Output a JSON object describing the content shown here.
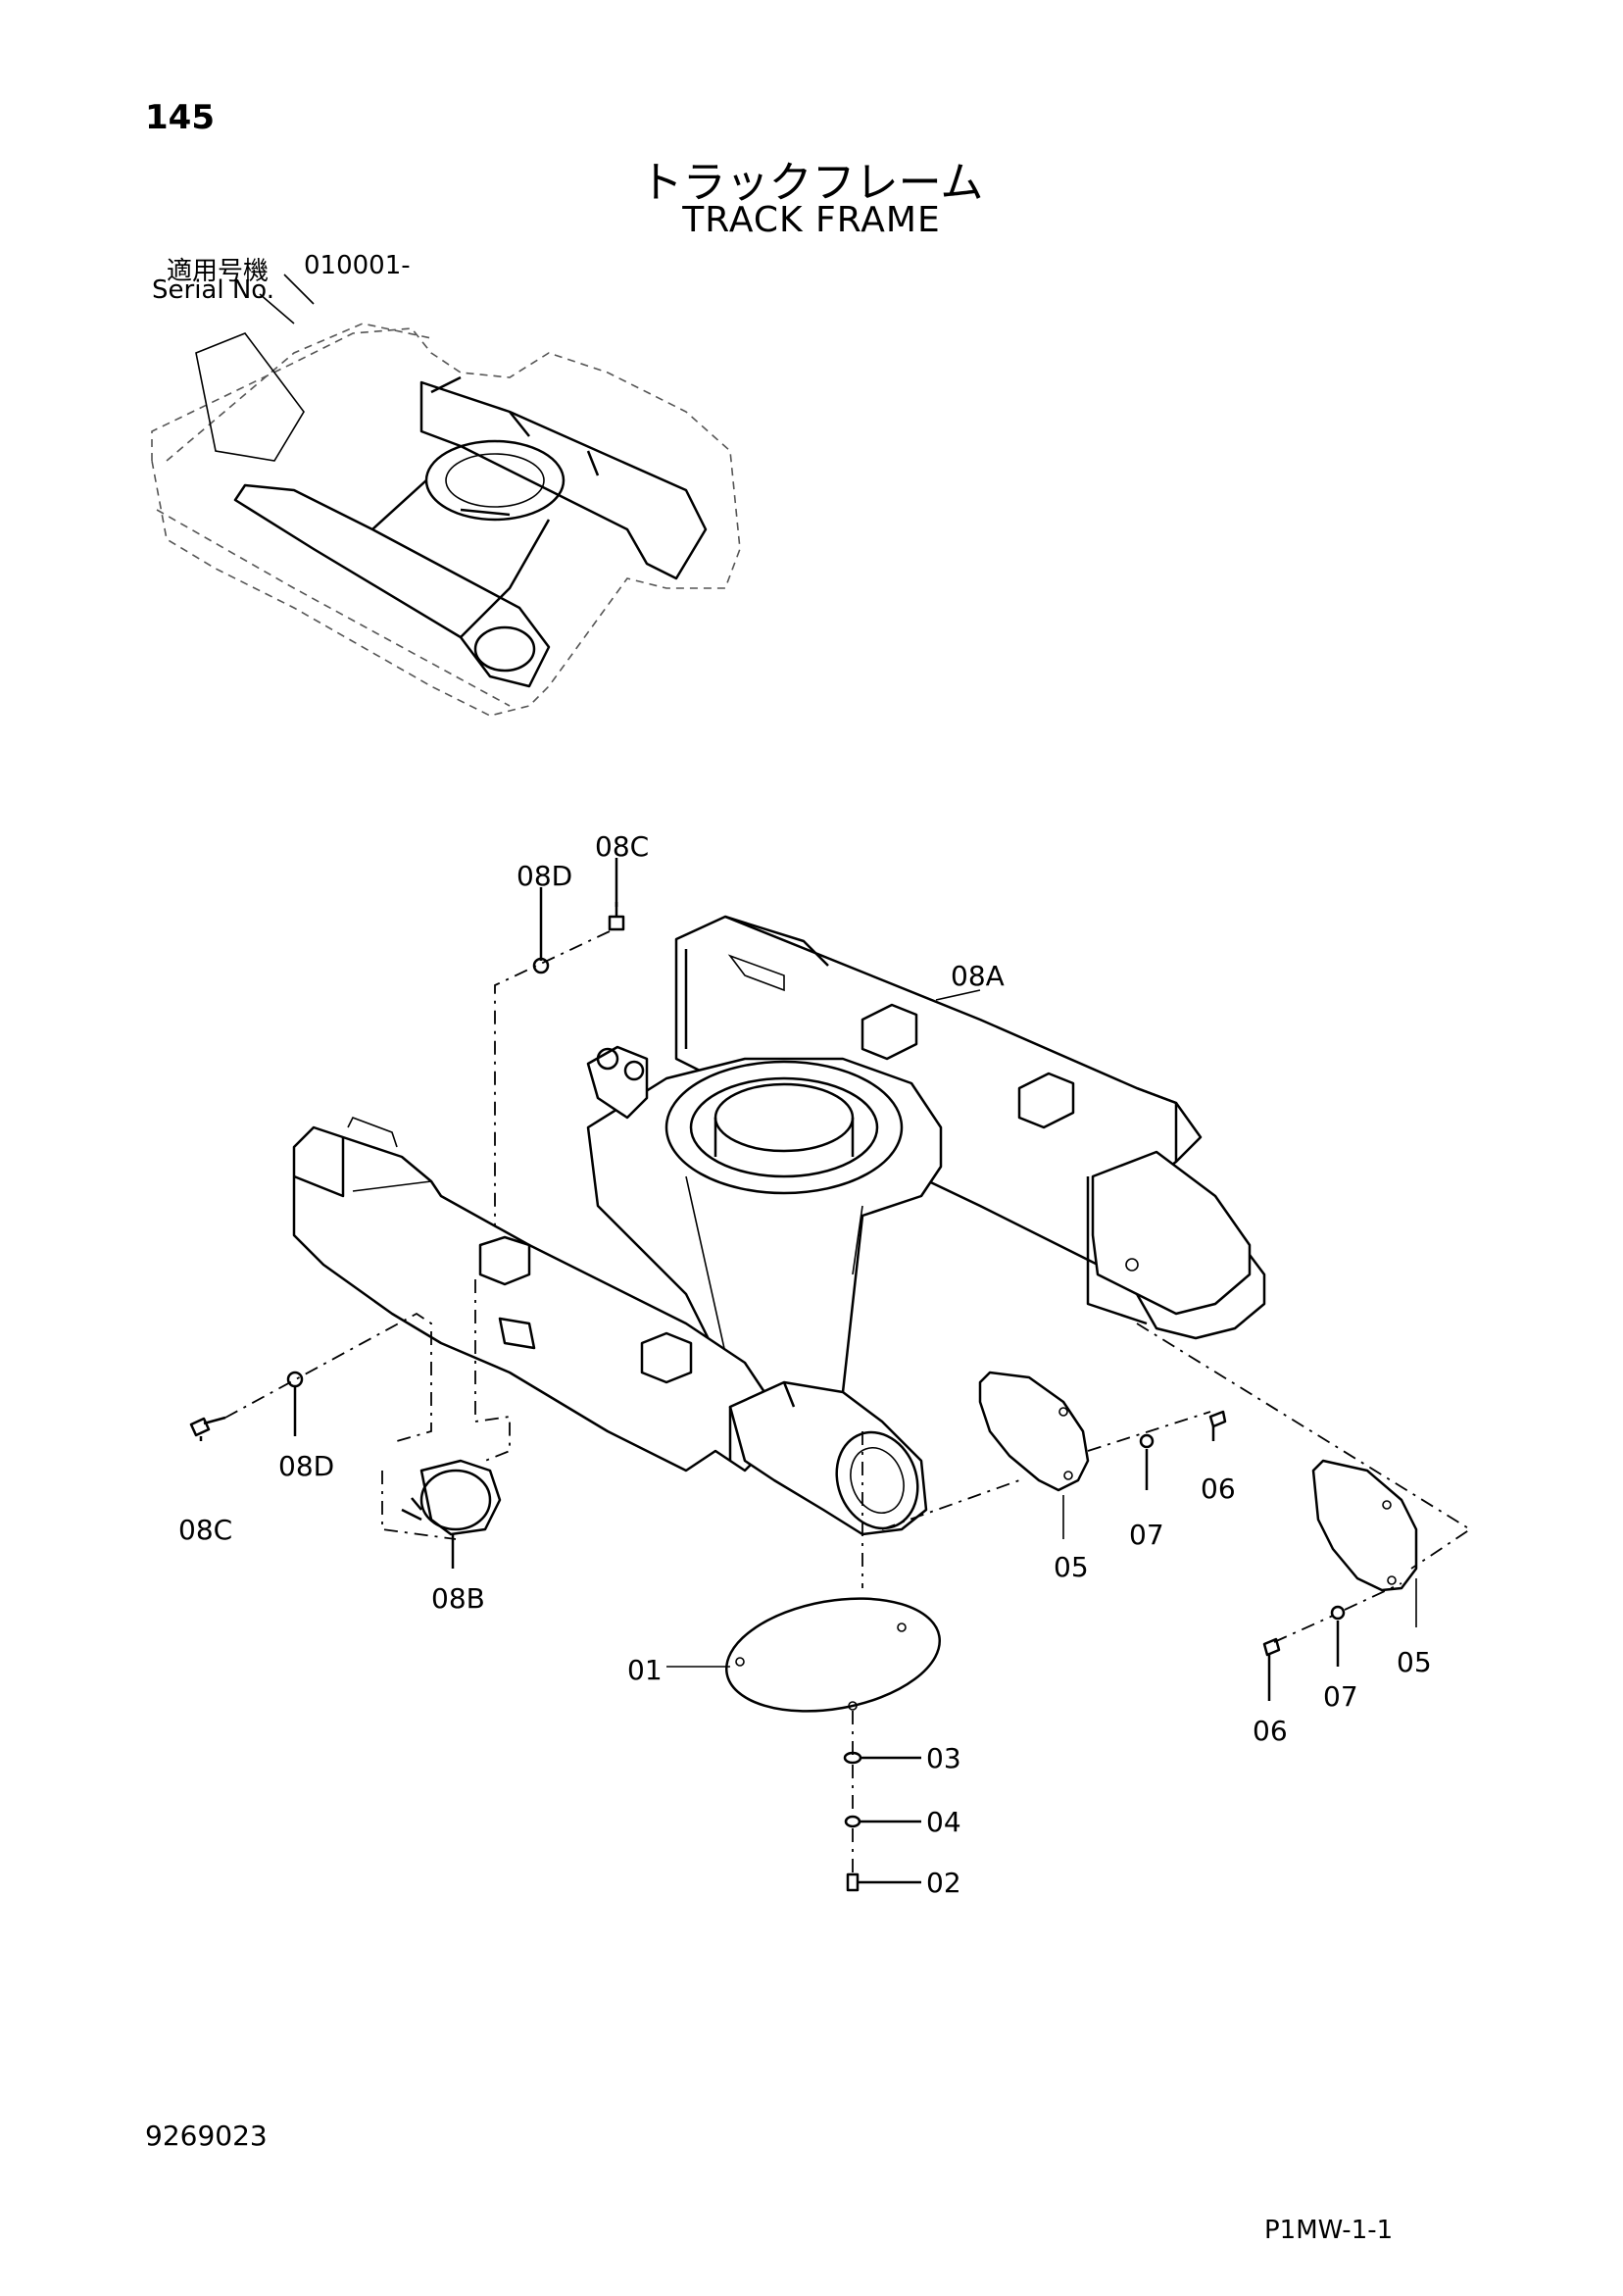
{
  "page_number": "145",
  "title_jp": "トラックフレーム",
  "title_en": "TRACK FRAME",
  "serial": {
    "label_jp": "適用号機",
    "label_en": "Serial No.",
    "value": "010001-"
  },
  "drawing_number": "9269023",
  "page_code": "P1MW-1-1",
  "callouts": {
    "c08C_top": "08C",
    "c08D_top": "08D",
    "c08A": "08A",
    "c08D_left": "08D",
    "c08C_left": "08C",
    "c08B": "08B",
    "c05_mid": "05",
    "c07_mid": "07",
    "c06_mid": "06",
    "c01": "01",
    "c03": "03",
    "c04": "04",
    "c02": "02",
    "c06_right": "06",
    "c07_right": "07",
    "c05_right": "05"
  }
}
